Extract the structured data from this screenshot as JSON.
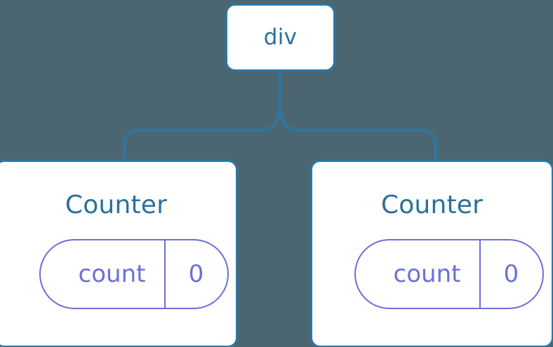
{
  "diagram": {
    "type": "component-tree",
    "background_color": "#4c6671",
    "node_border_color": "#2b77a6",
    "node_fill_color": "#ffffff",
    "node_text_color": "#2b6f9c",
    "state_color": "#6b70d6",
    "connector_color": "#2b77a6",
    "root": {
      "label": "div"
    },
    "children": [
      {
        "label": "Counter",
        "state": {
          "key": "count",
          "value": "0"
        }
      },
      {
        "label": "Counter",
        "state": {
          "key": "count",
          "value": "0"
        }
      }
    ]
  }
}
